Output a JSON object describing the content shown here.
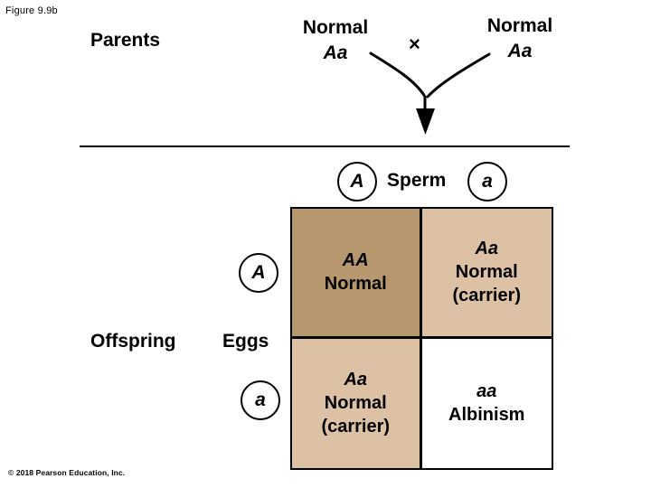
{
  "figure_label": "Figure 9.9b",
  "copyright": "© 2018 Pearson Education, Inc.",
  "parents": {
    "label": "Parents",
    "left": {
      "phenotype": "Normal",
      "genotype": "Aa"
    },
    "cross_symbol": "×",
    "right": {
      "phenotype": "Normal",
      "genotype": "Aa"
    }
  },
  "sperm": {
    "label": "Sperm",
    "allele_left": "A",
    "allele_right": "a"
  },
  "offspring": {
    "label": "Offspring",
    "eggs_label": "Eggs",
    "egg_allele_top": "A",
    "egg_allele_bottom": "a"
  },
  "punnett": {
    "cells": [
      {
        "genotype": "AA",
        "phenotype": "Normal",
        "note": "",
        "bg": "#b7986e"
      },
      {
        "genotype": "Aa",
        "phenotype": "Normal",
        "note": "(carrier)",
        "bg": "#ddc1a5"
      },
      {
        "genotype": "Aa",
        "phenotype": "Normal",
        "note": "(carrier)",
        "bg": "#ddc1a5"
      },
      {
        "genotype": "aa",
        "phenotype": "Albinism",
        "note": "",
        "bg": "#ffffff"
      }
    ]
  },
  "colors": {
    "homozygous_dominant_bg": "#b7986e",
    "carrier_bg": "#ddc1a5",
    "recessive_bg": "#ffffff",
    "line": "#000000"
  }
}
